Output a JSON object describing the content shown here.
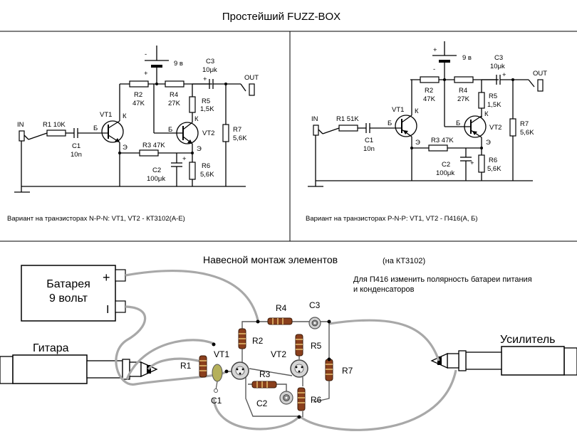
{
  "title": "Простейший FUZZ-BOX",
  "schematic_npn": {
    "caption": "Вариант на транзисторах N-P-N: VT1, VT2 - КТ3102(А-Е)",
    "battery": "9 в",
    "in": "IN",
    "out": "OUT",
    "r1": "R1 10K",
    "c1": "C1",
    "c1v": "10n",
    "r2": "R2",
    "r2v": "47K",
    "r4": "R4",
    "r4v": "27K",
    "r5": "R5",
    "r5v": "1,5K",
    "c3": "C3",
    "c3v": "10μk",
    "r3": "R3 47K",
    "c2": "C2",
    "c2v": "100μk",
    "r6": "R6",
    "r6v": "5,6K",
    "r7": "R7",
    "r7v": "5,6K",
    "vt1": "VT1",
    "vt2": "VT2",
    "b": "Б",
    "k": "К",
    "e": "Э",
    "plus": "+",
    "minus": "-"
  },
  "schematic_pnp": {
    "caption": "Вариант на транзисторах P-N-P: VT1, VT2 - П416(А, Б)",
    "battery": "9 в",
    "in": "IN",
    "out": "OUT",
    "r1": "R1 51K",
    "c1": "C1",
    "c1v": "10n",
    "r2": "R2",
    "r2v": "47K",
    "r4": "R4",
    "r4v": "27K",
    "r5": "R5",
    "r5v": "1,5K",
    "c3": "C3",
    "c3v": "10μk",
    "r3": "R3 47K",
    "c2": "C2",
    "c2v": "100μk",
    "r6": "R6",
    "r6v": "5,6K",
    "r7": "R7",
    "r7v": "5,6K",
    "vt1": "VT1",
    "vt2": "VT2",
    "b": "Б",
    "k": "К",
    "e": "Э",
    "plus": "+",
    "minus": "-"
  },
  "mounting": {
    "title": "Навесной монтаж элементов",
    "title_note": "(на КТ3102)",
    "note_line1": "Для П416 изменить полярность батареи питания",
    "note_line2": "и конденсаторов",
    "battery_line1": "Батарея",
    "battery_line2": "9 вольт",
    "plus": "+",
    "minus": "I",
    "guitar": "Гитара",
    "amp": "Усилитель",
    "r1": "R1",
    "r2": "R2",
    "r3": "R3",
    "r4": "R4",
    "r5": "R5",
    "r6": "R6",
    "r7": "R7",
    "c1": "C1",
    "c2": "C2",
    "c3": "C3",
    "vt1": "VT1",
    "vt2": "VT2"
  },
  "colors": {
    "line": "#000000",
    "resistor": "#8a3f1c",
    "cable": "#a8a8a8",
    "capacitor_c1": "#b5b05a"
  }
}
